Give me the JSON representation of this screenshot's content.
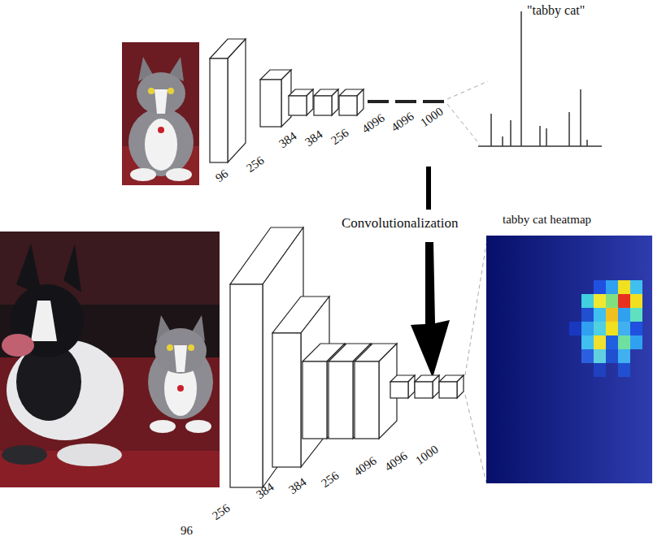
{
  "diagram": {
    "labels": [
      "\"tabby cat\"",
      "96",
      "256",
      "384",
      "384",
      "256",
      "4096",
      "4096",
      "1000",
      "Convolutionalization",
      "tabby cat heatmap",
      "256",
      "384",
      "384",
      "256",
      "4096",
      "4096",
      "1000",
      "96"
    ]
  }
}
